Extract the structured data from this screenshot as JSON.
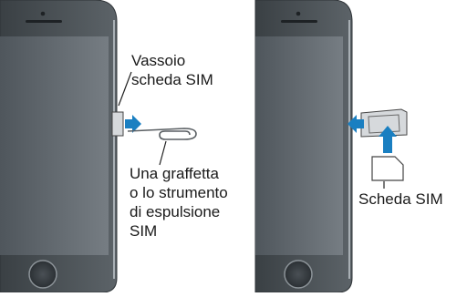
{
  "labels": {
    "sim_tray": [
      "Vassoio",
      "scheda SIM"
    ],
    "tool": [
      "Una graffetta",
      "o lo strumento",
      "di espulsione",
      "SIM"
    ],
    "sim_card": "Scheda SIM"
  },
  "colors": {
    "phone_body": "#636a70",
    "phone_edge": "#2f3438",
    "phone_frame": "#a9b0b5",
    "arrow": "#1a7fc1",
    "tray": "#d6d9dc",
    "line": "#222222"
  }
}
